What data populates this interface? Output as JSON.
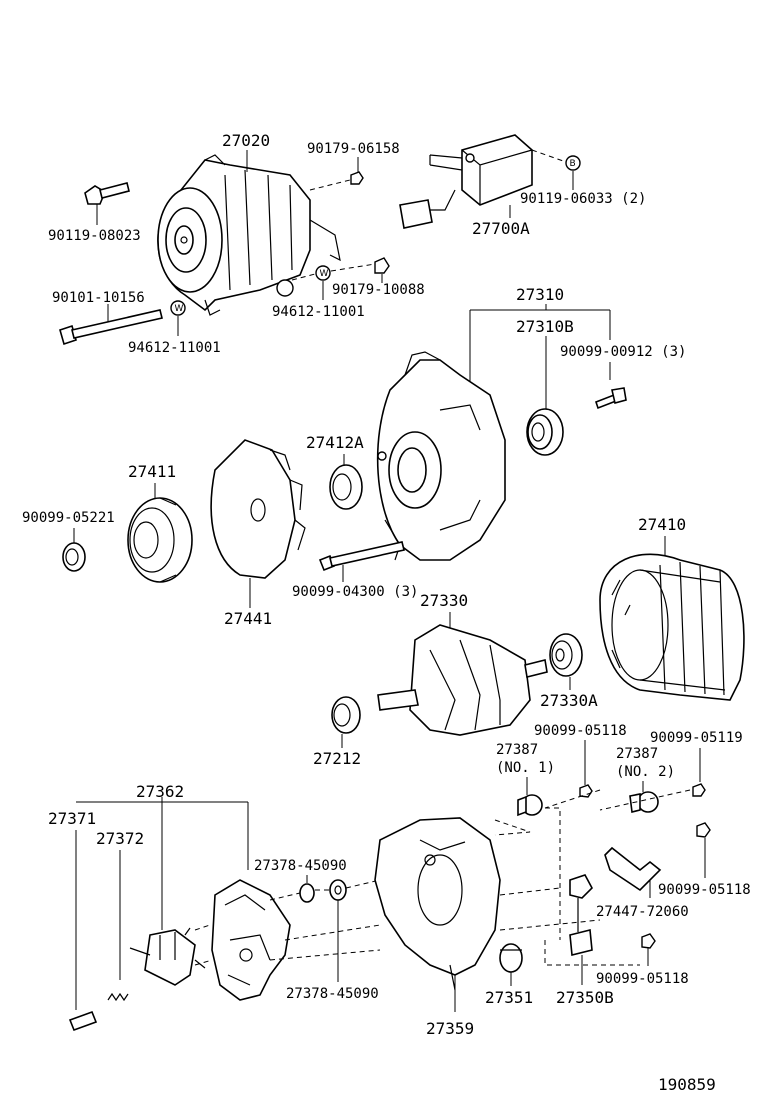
{
  "catalog_id": "190859",
  "parts": {
    "alternator_assy": "27020",
    "nut_06158": "90179-06158",
    "regulator_nut": "90119-06033 (2)",
    "regulator": "27700A",
    "bolt_08023": "90119-08023",
    "bolt_10156": "90101-10156",
    "washer_a": "94612-11001",
    "washer_b": "94612-11001",
    "nut_10088": "90179-10088",
    "frame_group": "27310",
    "frame_b": "27310B",
    "screw_00912": "90099-00912 (3)",
    "insulator": "27412A",
    "pulley": "27411",
    "nut_05221": "90099-05221",
    "fan": "27441",
    "bolt_04300": "90099-04300 (3)",
    "stator": "27410",
    "rotor": "27330",
    "bearing_a": "27330A",
    "collar": "27212",
    "terminal_no1": "27387",
    "terminal_no1_note": "(NO. 1)",
    "terminal_no2": "27387",
    "terminal_no2_note": "(NO. 2)",
    "nut_05118_a": "90099-05118",
    "nut_05119": "90099-05119",
    "brush_holder_group": "27362",
    "brush": "27371",
    "spring": "27372",
    "insulator_45090_a": "27378-45090",
    "insulator_45090_b": "27378-45090",
    "plate_72060": "27447-72060",
    "nut_05118_b": "90099-05118",
    "nut_05118_c": "90099-05118",
    "cover": "27351",
    "rectifier_end": "27359",
    "terminal_b": "27350B"
  },
  "symbols": {
    "washer": "W",
    "nut_b": "B"
  }
}
